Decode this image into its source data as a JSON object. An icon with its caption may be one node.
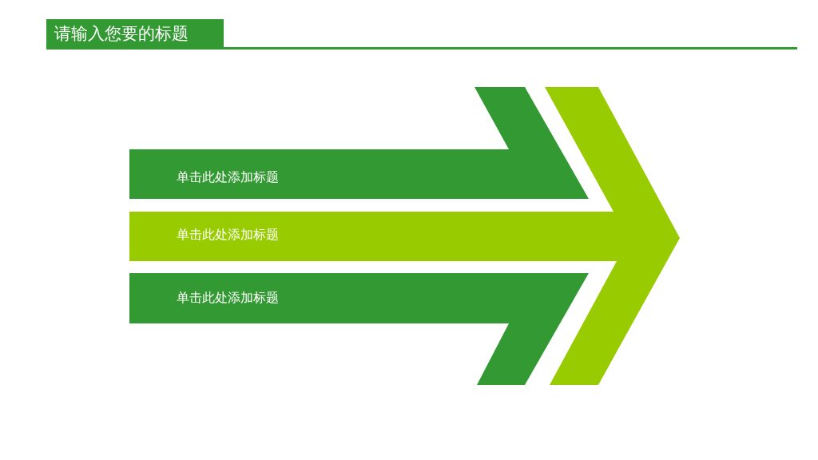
{
  "diagram": {
    "title": "请输入您要的标题",
    "nodes": [
      {
        "text": [
          "单击此处添加标题"
        ]
      },
      {
        "text": [
          "单击此处添加标题"
        ]
      },
      {
        "text": [
          "单击此处添加标题"
        ]
      }
    ]
  }
}
